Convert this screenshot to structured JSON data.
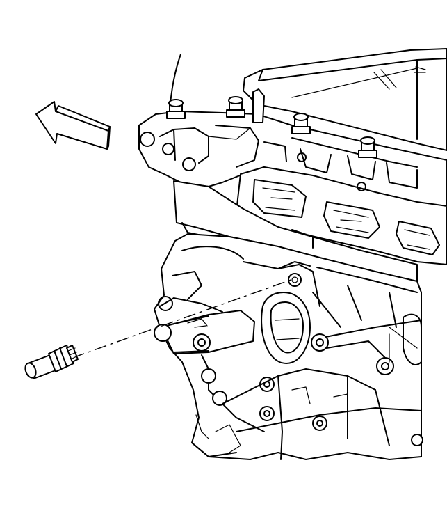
{
  "figure": {
    "background": "#ffffff",
    "line_color": "#000000",
    "parts": [
      {
        "name": "direction-arrow",
        "kind": "arrow"
      },
      {
        "name": "engine-block",
        "kind": "assembly"
      },
      {
        "name": "exhaust-manifold",
        "kind": "assembly"
      },
      {
        "name": "camshaft-cover-bolts",
        "kind": "fasteners",
        "count": 4
      },
      {
        "name": "sensor-plug",
        "kind": "component"
      },
      {
        "name": "installation-centerline",
        "kind": "dashed-line"
      }
    ]
  }
}
